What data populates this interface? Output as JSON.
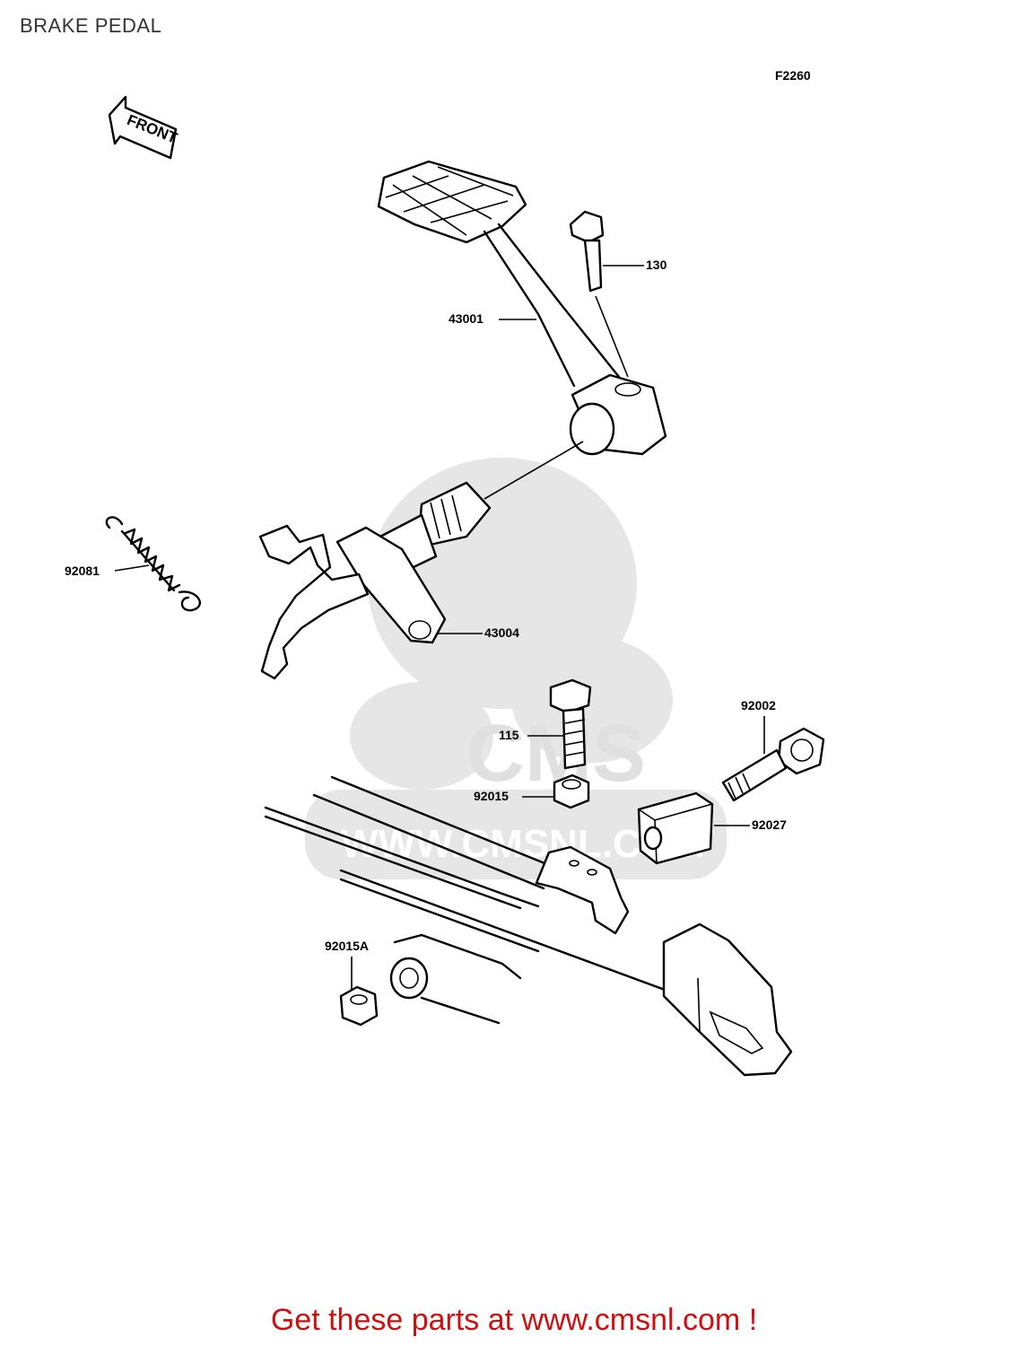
{
  "page": {
    "title": "BRAKE PEDAL",
    "figure_code": "F2260",
    "footer": "Get these parts at www.cmsnl.com !"
  },
  "front_arrow": {
    "label": "FRONT"
  },
  "callouts": [
    {
      "id": "c130",
      "label": "130"
    },
    {
      "id": "c43001",
      "label": "43001"
    },
    {
      "id": "c92081",
      "label": "92081"
    },
    {
      "id": "c43004",
      "label": "43004"
    },
    {
      "id": "c92002",
      "label": "92002"
    },
    {
      "id": "c115",
      "label": "115"
    },
    {
      "id": "c92015",
      "label": "92015"
    },
    {
      "id": "c92027",
      "label": "92027"
    },
    {
      "id": "c92015A",
      "label": "92015A"
    }
  ],
  "watermark": {
    "text_main": "CMS",
    "text_url": "WWW.CMSNL.COM"
  },
  "colors": {
    "footer": "#cc1111",
    "watermark": "#e6e6e6",
    "lines": "#000000"
  }
}
